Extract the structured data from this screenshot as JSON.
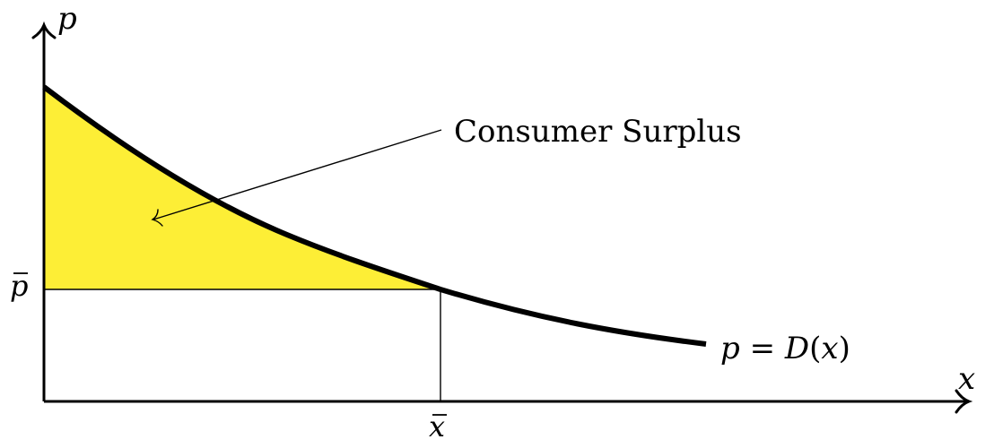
{
  "labels": {
    "y_axis": "p",
    "x_axis": "x",
    "p_bar": "p",
    "x_bar": "x",
    "annotation": "Consumer Surplus",
    "curve_lhs": "p",
    "curve_eq": " = ",
    "curve_fn": "D",
    "curve_open": "(",
    "curve_arg": "x",
    "curve_close": ")"
  },
  "colors": {
    "surplus_fill": "#fdee36",
    "ink": "#000000"
  }
}
